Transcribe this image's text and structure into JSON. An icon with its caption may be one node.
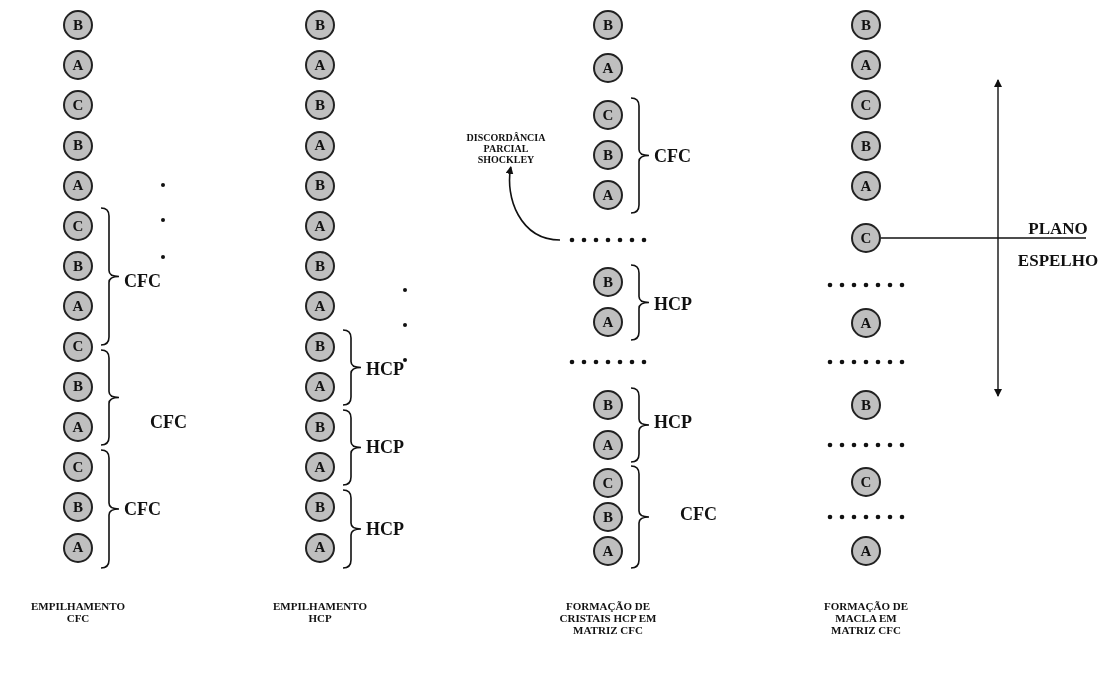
{
  "diagram": {
    "nodes": [
      {
        "text": [
          "B"
        ]
      },
      {
        "text": [
          "A"
        ]
      },
      {
        "text": [
          "C"
        ]
      },
      {
        "text": [
          "B"
        ]
      },
      {
        "text": [
          "A"
        ]
      },
      {
        "text": [
          "C"
        ]
      },
      {
        "text": [
          "B"
        ]
      },
      {
        "text": [
          "A"
        ]
      },
      {
        "text": [
          "C"
        ]
      },
      {
        "text": [
          "B"
        ]
      },
      {
        "text": [
          "A"
        ]
      },
      {
        "text": [
          "C"
        ]
      },
      {
        "text": [
          "B"
        ]
      },
      {
        "text": [
          "A"
        ]
      },
      {
        "text": [
          "B"
        ]
      },
      {
        "text": [
          "A"
        ]
      },
      {
        "text": [
          "B"
        ]
      },
      {
        "text": [
          "A"
        ]
      },
      {
        "text": [
          "B"
        ]
      },
      {
        "text": [
          "A"
        ]
      },
      {
        "text": [
          "B"
        ]
      },
      {
        "text": [
          "A"
        ]
      },
      {
        "text": [
          "B"
        ]
      },
      {
        "text": [
          "A"
        ]
      },
      {
        "text": [
          "B"
        ]
      },
      {
        "text": [
          "A"
        ]
      },
      {
        "text": [
          "B"
        ]
      },
      {
        "text": [
          "A"
        ]
      },
      {
        "text": [
          "B"
        ]
      },
      {
        "text": [
          "A"
        ]
      },
      {
        "text": [
          "C"
        ]
      },
      {
        "text": [
          "B"
        ]
      },
      {
        "text": [
          "A"
        ]
      },
      {
        "text": [
          "B"
        ]
      },
      {
        "text": [
          "A"
        ]
      },
      {
        "text": [
          "B"
        ]
      },
      {
        "text": [
          "A"
        ]
      },
      {
        "text": [
          "C"
        ]
      },
      {
        "text": [
          "B"
        ]
      },
      {
        "text": [
          "A"
        ]
      },
      {
        "text": [
          "DISCORDÂNCIA PARCIAL SHOCKLEY"
        ]
      },
      {
        "text": [
          "B"
        ]
      },
      {
        "text": [
          "A"
        ]
      },
      {
        "text": [
          "C"
        ]
      },
      {
        "text": [
          "B"
        ]
      },
      {
        "text": [
          "A"
        ]
      },
      {
        "text": [
          "C"
        ]
      },
      {
        "text": [
          "A"
        ]
      },
      {
        "text": [
          "B"
        ]
      },
      {
        "text": [
          "C"
        ]
      },
      {
        "text": [
          "A"
        ]
      },
      {
        "text": [
          "PLANO ESPELHO"
        ]
      }
    ],
    "edges": [
      {
        "from": null,
        "to": 40,
        "arrow": "to"
      },
      {
        "from": 46,
        "to": 51,
        "arrow": "none"
      }
    ],
    "labels": [
      "CFC",
      "CFC",
      "CFC",
      "HCP",
      "HCP",
      "HCP",
      "CFC",
      "HCP",
      "HCP",
      "CFC",
      "EMPILHAMENTO CFC",
      "EMPILHAMENTO HCP",
      "FORMAÇÃO DE CRISTAIS HCP EM MATRIZ CFC",
      "FORMAÇÃO DE MACLA EM MATRIZ CFC"
    ]
  }
}
